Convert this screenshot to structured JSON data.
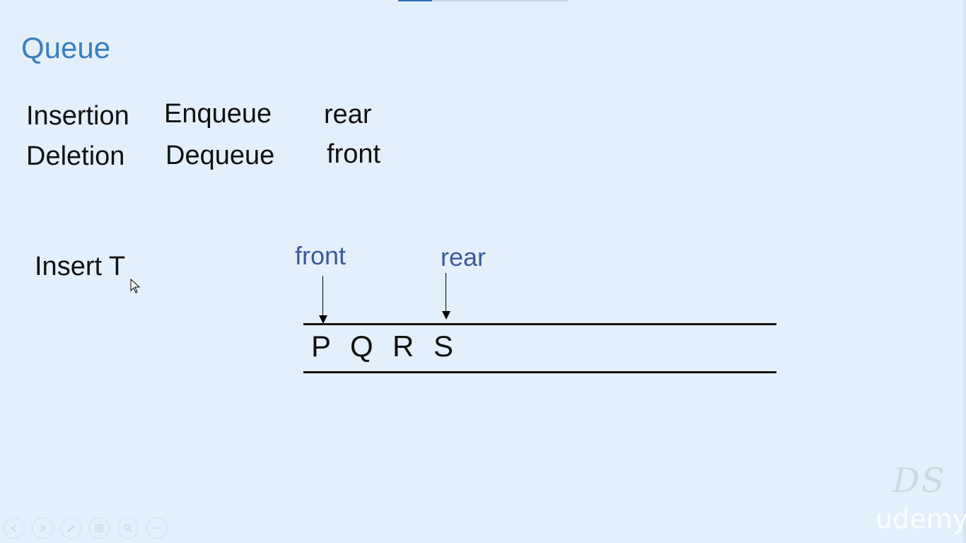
{
  "slide": {
    "title": "Queue",
    "ops": [
      {
        "op": "Insertion",
        "name": "Enqueue",
        "end": "rear"
      },
      {
        "op": "Deletion",
        "name": "Dequeue",
        "end": "front"
      }
    ],
    "instruction": "Insert T"
  },
  "queue": {
    "front_label": "front",
    "rear_label": "rear",
    "elements": [
      "P",
      "Q",
      "R",
      "S"
    ]
  },
  "player": {
    "progress": 0.2,
    "controls": [
      "previous-icon",
      "next-icon",
      "pen-icon",
      "slides-icon",
      "zoom-icon",
      "more-icon"
    ]
  },
  "branding": {
    "logo": "DS",
    "watermark": "udemy"
  },
  "colors": {
    "background": "#e3f0fc",
    "title": "#3a7ec0",
    "pointer_label": "#3b5a9a",
    "progress": "#2f6fb7"
  }
}
